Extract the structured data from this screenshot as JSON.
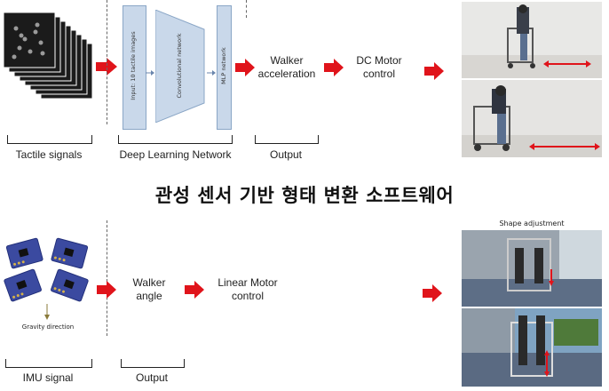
{
  "title": "관성 센서 기반 형태 변환 소프트웨어",
  "top_row": {
    "nn_input_label": "Input: 10 tactile images",
    "nn_conv_label": "Convolutional network",
    "nn_mlp_label": "MLP network",
    "output_text": [
      "Walker",
      "acceleration"
    ],
    "motor_text": [
      "DC Motor",
      "control"
    ],
    "bracket_labels": {
      "tactile": "Tactile signals",
      "dln": "Deep Learning Network",
      "output": "Output"
    }
  },
  "bottom_row": {
    "gravity_label": "Gravity direction",
    "output_text": [
      "Walker",
      "angle"
    ],
    "motor_text": [
      "Linear Motor",
      "control"
    ],
    "shape_adjust_label": "Shape adjustment",
    "bracket_labels": {
      "imu": "IMU signal",
      "output": "Output"
    }
  },
  "colors": {
    "arrow": "#e0141b",
    "nn_fill": "#c9d8ea",
    "nn_border": "#8aa6c6",
    "imu_board": "#3b4aa0"
  },
  "icons": {
    "flow_arrow": "right-arrow-icon",
    "gravity_arrow": "down-arrow-icon"
  }
}
